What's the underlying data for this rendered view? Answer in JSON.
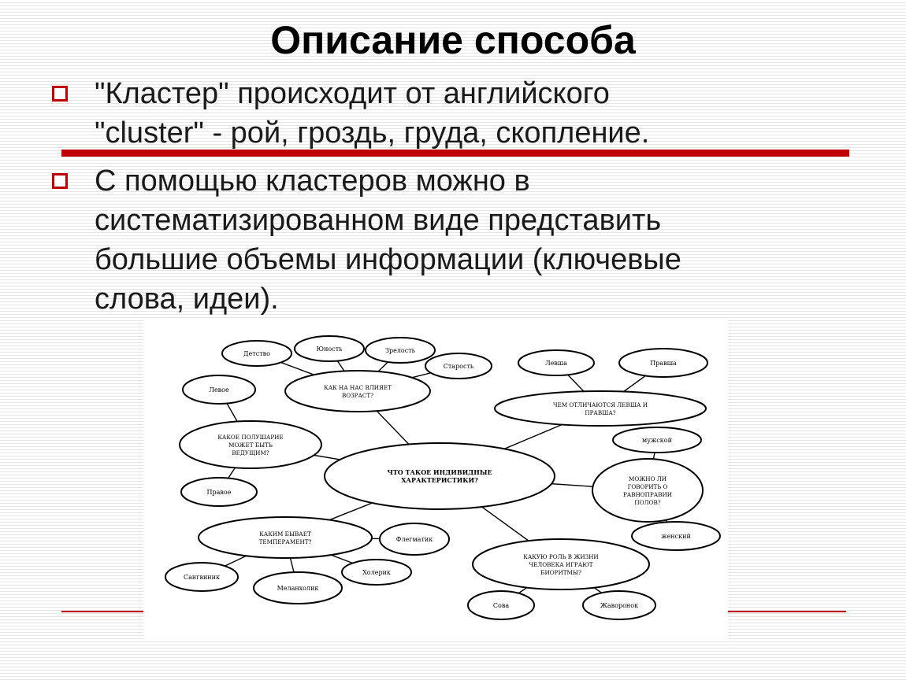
{
  "title": "Описание способа",
  "bullets": [
    {
      "lines": [
        "\"Кластер\" происходит от английского",
        "\"cluster\" - рой, гроздь, груда, скопление."
      ]
    },
    {
      "lines": [
        "С помощью кластеров можно в",
        "систематизированном виде представить",
        "большие объемы информации (ключевые",
        "слова, идеи)."
      ]
    }
  ],
  "colors": {
    "accent": "#c00000",
    "stripe": "#e4e4e4"
  },
  "icons": {
    "bullet": "hollow-square-icon"
  },
  "diagram": {
    "center": [
      "ЧТО ТАКОЕ ИНДИВИДНЫЕ",
      "ХАРАКТЕРИСТИКИ?"
    ],
    "nodes": {
      "age_question": [
        "КАК НА НАС ВЛИЯЕТ",
        "ВОЗРАСТ?"
      ],
      "childhood": [
        "Детство"
      ],
      "youth": [
        "Юность"
      ],
      "maturity": [
        "Зрелость"
      ],
      "old_age": [
        "Старость"
      ],
      "hemisphere_question": [
        "КАКОЕ ПОЛУШАРИЕ",
        "МОЖЕТ БЫТЬ",
        "ВЕДУЩИМ?"
      ],
      "left": [
        "Левое"
      ],
      "right": [
        "Правое"
      ],
      "handedness_question": [
        "ЧЕМ ОТЛИЧАЮТСЯ ЛЕВША И",
        "ПРАВША?"
      ],
      "left_hander": [
        "Левша"
      ],
      "right_hander": [
        "Правша"
      ],
      "gender_question": [
        "МОЖНО ЛИ",
        "ГОВОРИТЬ О",
        "РАВНОПРАВИИ",
        "ПОЛОВ?"
      ],
      "male": [
        "мужской"
      ],
      "female": [
        "женский"
      ],
      "temperament_question": [
        "КАКИМ БЫВАЕТ",
        "ТЕМПЕРАМЕНТ?"
      ],
      "phlegmatic": [
        "Флегматик"
      ],
      "sanguine": [
        "Сангвиник"
      ],
      "melancholic": [
        "Меланхолик"
      ],
      "choleric": [
        "Холерик"
      ],
      "biorhythm_question": [
        "КАКУЮ РОЛЬ В ЖИЗНИ",
        "ЧЕЛОВЕКА ИГРАЮТ",
        "БИОРИТМЫ?"
      ],
      "owl": [
        "Сова"
      ],
      "lark": [
        "Жаворонок"
      ]
    }
  }
}
